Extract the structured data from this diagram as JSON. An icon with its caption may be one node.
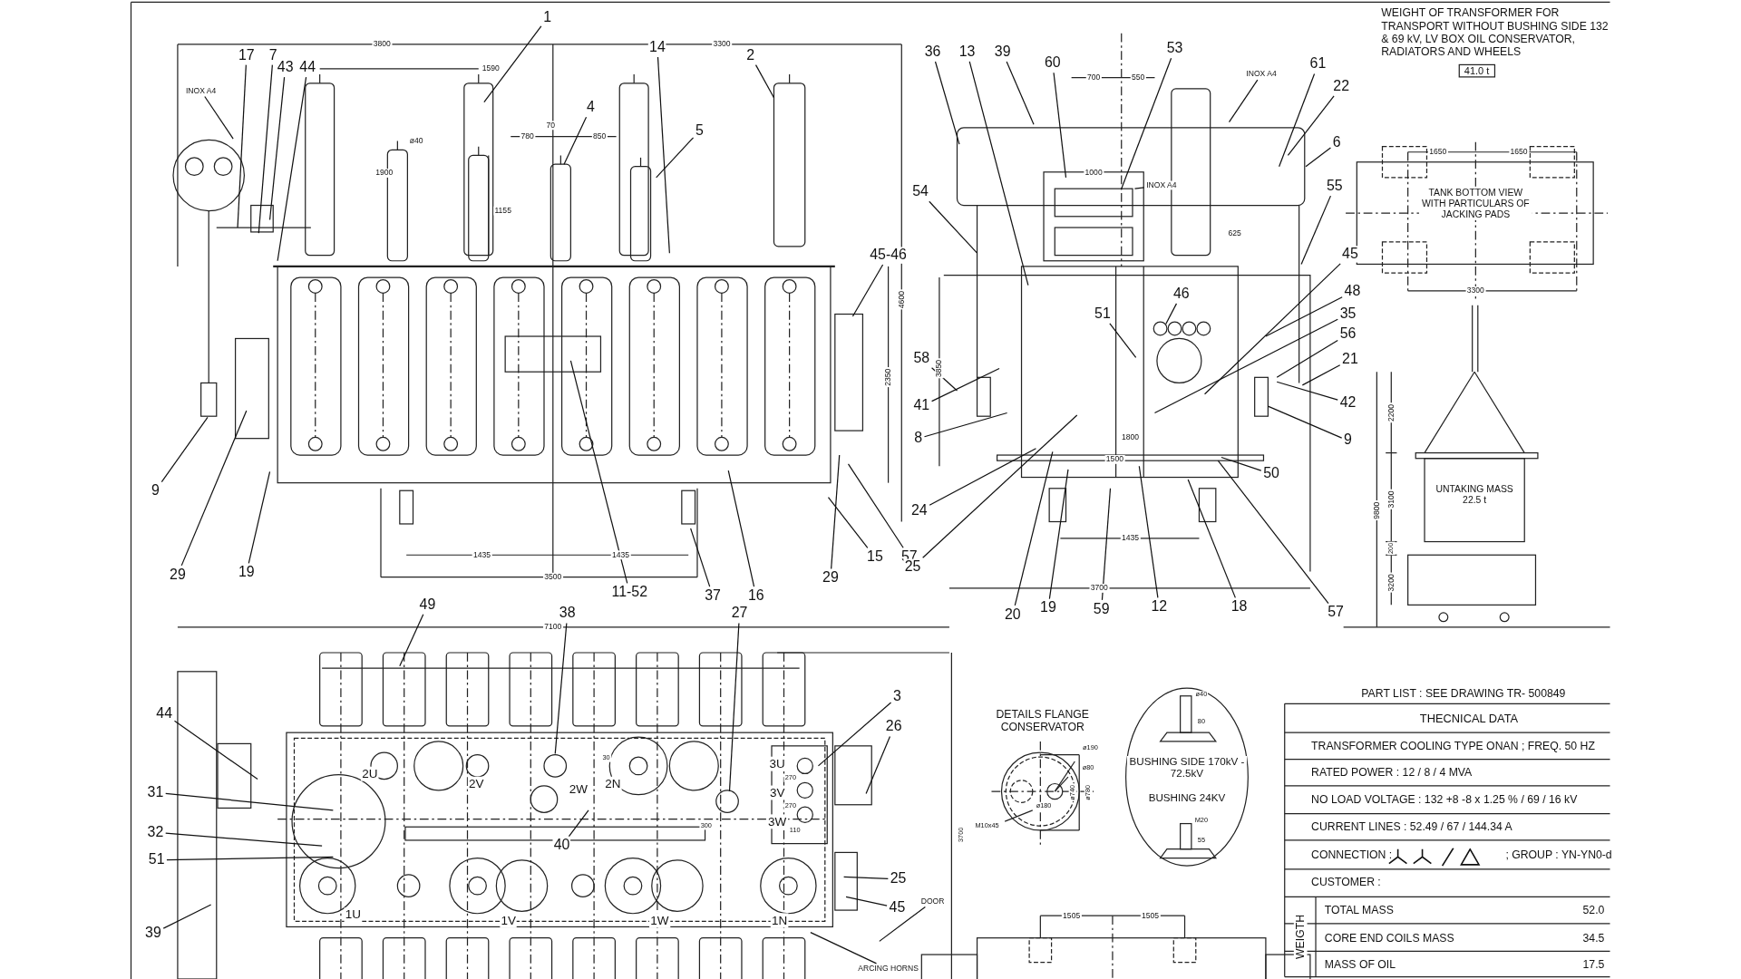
{
  "diagram": {
    "nodes": [
      {
        "text": [
          "1"
        ]
      },
      {
        "text": [
          "17"
        ]
      },
      {
        "text": [
          "7"
        ]
      },
      {
        "text": [
          "43"
        ]
      },
      {
        "text": [
          "44"
        ]
      },
      {
        "text": [
          "INOX A4"
        ]
      },
      {
        "text": [
          "14"
        ]
      },
      {
        "text": [
          "2"
        ]
      },
      {
        "text": [
          "4"
        ]
      },
      {
        "text": [
          "5"
        ]
      },
      {
        "text": [
          "45-46"
        ]
      },
      {
        "text": [
          "9"
        ]
      },
      {
        "text": [
          "29"
        ]
      },
      {
        "text": [
          "19"
        ]
      },
      {
        "text": [
          "11-52"
        ]
      },
      {
        "text": [
          "37"
        ]
      },
      {
        "text": [
          "16"
        ]
      },
      {
        "text": [
          "29"
        ]
      },
      {
        "text": [
          "15"
        ]
      },
      {
        "text": [
          "57"
        ]
      },
      {
        "text": [
          "36"
        ]
      },
      {
        "text": [
          "13"
        ]
      },
      {
        "text": [
          "39"
        ]
      },
      {
        "text": [
          "60"
        ]
      },
      {
        "text": [
          "53"
        ]
      },
      {
        "text": [
          "INOX A4"
        ]
      },
      {
        "text": [
          "61"
        ]
      },
      {
        "text": [
          "22"
        ]
      },
      {
        "text": [
          "6"
        ]
      },
      {
        "text": [
          "54"
        ]
      },
      {
        "text": [
          "INOX A4"
        ]
      },
      {
        "text": [
          "55"
        ]
      },
      {
        "text": [
          "45"
        ]
      },
      {
        "text": [
          "46"
        ]
      },
      {
        "text": [
          "51"
        ]
      },
      {
        "text": [
          "48"
        ]
      },
      {
        "text": [
          "35"
        ]
      },
      {
        "text": [
          "56"
        ]
      },
      {
        "text": [
          "58"
        ]
      },
      {
        "text": [
          "21"
        ]
      },
      {
        "text": [
          "41"
        ]
      },
      {
        "text": [
          "42"
        ]
      },
      {
        "text": [
          "8"
        ]
      },
      {
        "text": [
          "9"
        ]
      },
      {
        "text": [
          "50"
        ]
      },
      {
        "text": [
          "24"
        ]
      },
      {
        "text": [
          "25"
        ]
      },
      {
        "text": [
          "20"
        ]
      },
      {
        "text": [
          "19"
        ]
      },
      {
        "text": [
          "59"
        ]
      },
      {
        "text": [
          "12"
        ]
      },
      {
        "text": [
          "18"
        ]
      },
      {
        "text": [
          "57"
        ]
      },
      {
        "text": [
          "49"
        ]
      },
      {
        "text": [
          "38"
        ]
      },
      {
        "text": [
          "27"
        ]
      },
      {
        "text": [
          "3"
        ]
      },
      {
        "text": [
          "26"
        ]
      },
      {
        "text": [
          "44"
        ]
      },
      {
        "text": [
          "31"
        ]
      },
      {
        "text": [
          "32"
        ]
      },
      {
        "text": [
          "51"
        ]
      },
      {
        "text": [
          "39"
        ]
      },
      {
        "text": [
          "40"
        ]
      },
      {
        "text": [
          "25"
        ]
      },
      {
        "text": [
          "45"
        ]
      },
      {
        "text": [
          "DOOR"
        ]
      },
      {
        "text": [
          "ARCING HORNS"
        ]
      }
    ],
    "edges": [
      {
        "from": 0,
        "to": null,
        "arrow": "none"
      },
      {
        "from": 1,
        "to": null,
        "arrow": "none"
      },
      {
        "from": 2,
        "to": null,
        "arrow": "none"
      },
      {
        "from": 3,
        "to": null,
        "arrow": "none"
      },
      {
        "from": 4,
        "to": null,
        "arrow": "none"
      },
      {
        "from": 5,
        "to": null,
        "arrow": "none"
      },
      {
        "from": 6,
        "to": null,
        "arrow": "none"
      },
      {
        "from": 7,
        "to": null,
        "arrow": "none"
      },
      {
        "from": 8,
        "to": null,
        "arrow": "none"
      },
      {
        "from": 9,
        "to": null,
        "arrow": "none"
      },
      {
        "from": 10,
        "to": null,
        "arrow": "none"
      },
      {
        "from": 11,
        "to": null,
        "arrow": "none"
      },
      {
        "from": 12,
        "to": null,
        "arrow": "none"
      },
      {
        "from": 13,
        "to": null,
        "arrow": "none"
      },
      {
        "from": 14,
        "to": null,
        "arrow": "none"
      },
      {
        "from": 15,
        "to": null,
        "arrow": "none"
      },
      {
        "from": 16,
        "to": null,
        "arrow": "none"
      },
      {
        "from": 17,
        "to": null,
        "arrow": "none"
      },
      {
        "from": 18,
        "to": null,
        "arrow": "none"
      },
      {
        "from": 19,
        "to": null,
        "arrow": "none"
      },
      {
        "from": 20,
        "to": null,
        "arrow": "none"
      },
      {
        "from": 21,
        "to": null,
        "arrow": "none"
      },
      {
        "from": 22,
        "to": null,
        "arrow": "none"
      },
      {
        "from": 23,
        "to": null,
        "arrow": "none"
      },
      {
        "from": 24,
        "to": null,
        "arrow": "none"
      },
      {
        "from": 25,
        "to": null,
        "arrow": "none"
      },
      {
        "from": 26,
        "to": null,
        "arrow": "none"
      },
      {
        "from": 27,
        "to": null,
        "arrow": "none"
      },
      {
        "from": 28,
        "to": null,
        "arrow": "none"
      },
      {
        "from": 29,
        "to": null,
        "arrow": "none"
      },
      {
        "from": 30,
        "to": null,
        "arrow": "none"
      },
      {
        "from": 31,
        "to": null,
        "arrow": "none"
      },
      {
        "from": 32,
        "to": null,
        "arrow": "none"
      },
      {
        "from": 33,
        "to": null,
        "arrow": "none"
      },
      {
        "from": 34,
        "to": null,
        "arrow": "none"
      },
      {
        "from": 35,
        "to": null,
        "arrow": "none"
      },
      {
        "from": 36,
        "to": null,
        "arrow": "none"
      },
      {
        "from": 37,
        "to": null,
        "arrow": "none"
      },
      {
        "from": 38,
        "to": null,
        "arrow": "none"
      },
      {
        "from": 39,
        "to": null,
        "arrow": "none"
      },
      {
        "from": 40,
        "to": null,
        "arrow": "none"
      },
      {
        "from": 41,
        "to": null,
        "arrow": "none"
      },
      {
        "from": 42,
        "to": null,
        "arrow": "none"
      },
      {
        "from": 43,
        "to": null,
        "arrow": "none"
      },
      {
        "from": 44,
        "to": null,
        "arrow": "none"
      },
      {
        "from": 45,
        "to": null,
        "arrow": "none"
      },
      {
        "from": 46,
        "to": null,
        "arrow": "none"
      },
      {
        "from": 47,
        "to": null,
        "arrow": "none"
      },
      {
        "from": 48,
        "to": null,
        "arrow": "none"
      },
      {
        "from": 49,
        "to": null,
        "arrow": "none"
      },
      {
        "from": 50,
        "to": null,
        "arrow": "none"
      },
      {
        "from": 51,
        "to": null,
        "arrow": "none"
      },
      {
        "from": 52,
        "to": null,
        "arrow": "none"
      },
      {
        "from": 53,
        "to": null,
        "arrow": "none"
      },
      {
        "from": 54,
        "to": null,
        "arrow": "none"
      },
      {
        "from": 55,
        "to": null,
        "arrow": "none"
      },
      {
        "from": 56,
        "to": null,
        "arrow": "none"
      },
      {
        "from": 57,
        "to": null,
        "arrow": "none"
      },
      {
        "from": 58,
        "to": null,
        "arrow": "none"
      },
      {
        "from": 59,
        "to": null,
        "arrow": "none"
      },
      {
        "from": 60,
        "to": null,
        "arrow": "none"
      },
      {
        "from": 61,
        "to": null,
        "arrow": "none"
      },
      {
        "from": 62,
        "to": null,
        "arrow": "none"
      },
      {
        "from": 63,
        "to": null,
        "arrow": "none"
      },
      {
        "from": 64,
        "to": null,
        "arrow": "none"
      },
      {
        "from": 65,
        "to": null,
        "arrow": "none"
      },
      {
        "from": 66,
        "to": null,
        "arrow": "none"
      },
      {
        "from": 67,
        "to": null,
        "arrow": "none"
      }
    ],
    "labels": [
      "3800",
      "3300",
      "1590",
      "1900",
      "ø40",
      "780",
      "70",
      "850",
      "1155",
      "4600",
      "2350",
      "1435",
      "1435",
      "3500",
      "700",
      "550",
      "1000",
      "625",
      "3850",
      "1800",
      "1500",
      "1435",
      "3700",
      "WEIGHT OF TRANSFORMER FOR TRANSPORT WITHOUT BUSHING SIDE 132 & 69 kV, LV BOX OIL CONSERVATOR, RADIATORS AND WHEELS",
      "41.0 t",
      "1650",
      "1650",
      "TANK BOTTOM VIEW WITH PARTICULARS OF JACKING PADS",
      "3300",
      "2200",
      "3100",
      "9800",
      "200",
      "3200",
      "UNTAKING MASS 22.5 t",
      "7100",
      "2U",
      "2V",
      "2W",
      "2N",
      "30",
      "3U",
      "3V",
      "3W",
      "270",
      "270",
      "110",
      "300",
      "1U",
      "1V",
      "1W",
      "1N",
      "3700",
      "DETAILS FLANGE CONSERVATOR",
      "ø190",
      "ø80",
      "ø180",
      "ø740",
      "ø780",
      "M10x45",
      "ø40",
      "80",
      "BUSHING SIDE 170kV - 72.5kV",
      "BUSHING 24KV",
      "M20",
      "55",
      "1505",
      "1505",
      "PART LIST : SEE DRAWING TR- 500849",
      "THECNICAL DATA",
      "TRANSFORMER COOLING TYPE ONAN ; FREQ. 50 HZ",
      "RATED POWER : 12 / 8 / 4 MVA",
      "NO LOAD VOLTAGE : 132 +8 -8 x 1.25 % / 69 / 16 kV",
      "CURRENT LINES : 52.49 / 67 / 144.34 A",
      "CONNECTION :",
      "; GROUP : YN-YN0-d",
      "CUSTOMER :",
      "WEIGTH",
      "TOTAL MASS",
      "52.0",
      "CORE END COILS MASS",
      "34.5",
      "MASS OF OIL",
      "17.5"
    ]
  }
}
